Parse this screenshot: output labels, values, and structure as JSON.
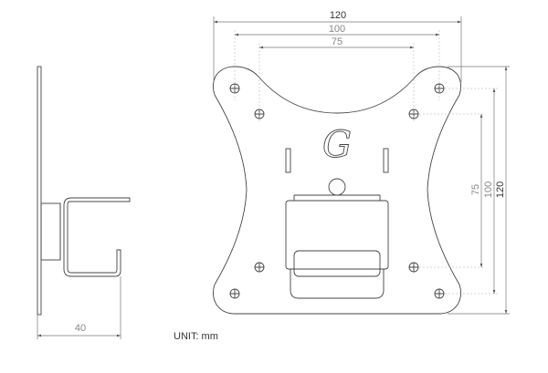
{
  "dimensions": {
    "top_overall": "120",
    "top_100": "100",
    "top_75": "75",
    "right_75": "75",
    "right_100": "100",
    "right_overall": "120",
    "side_depth": "40"
  },
  "unit_label": "UNIT: mm",
  "logo_letter": "G"
}
